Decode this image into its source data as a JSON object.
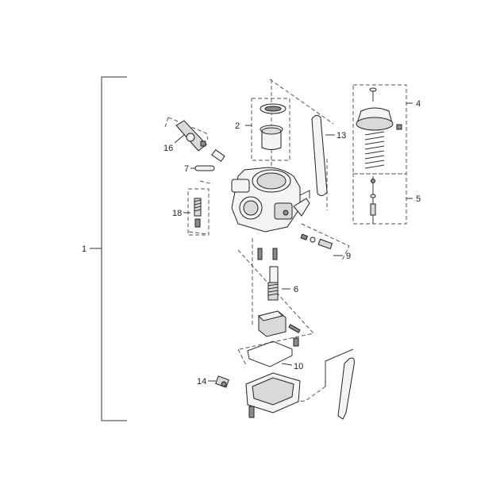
{
  "callouts": {
    "c1": "1",
    "c2": "2",
    "c4": "4",
    "c5": "5",
    "c6": "6",
    "c7": "7",
    "c9": "9",
    "c10": "10",
    "c13": "13",
    "c14": "14",
    "c16": "16",
    "c18": "18"
  }
}
